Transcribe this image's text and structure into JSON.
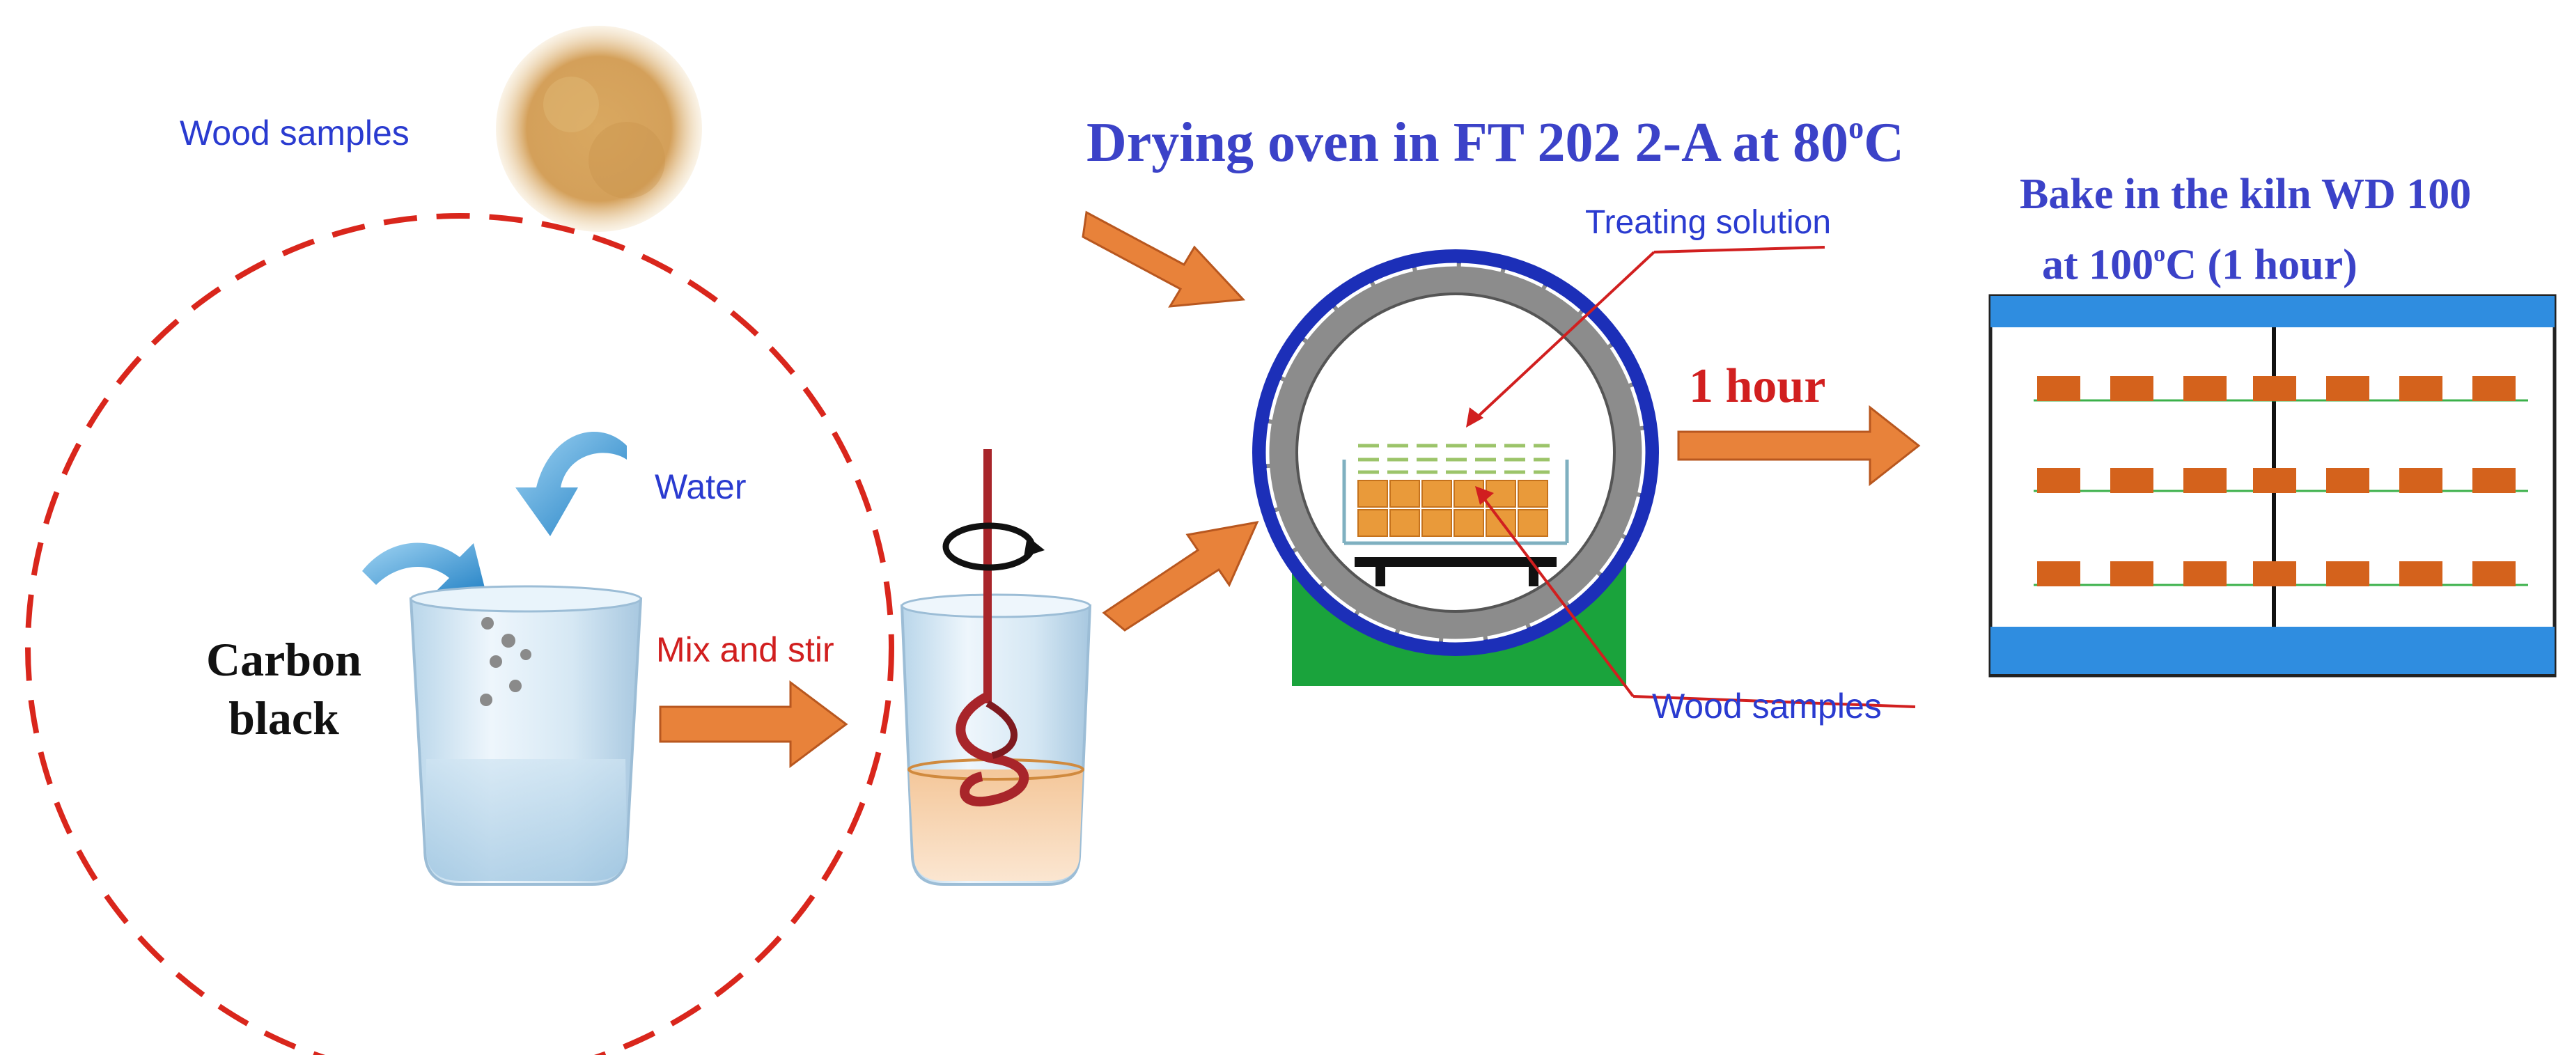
{
  "labels": {
    "wood_samples_top": "Wood samples",
    "water": "Water",
    "carbon_black_line1": "Carbon",
    "carbon_black_line2": "black",
    "mix_and_stir": "Mix and stir",
    "drying_oven_prefix": "Drying oven in FT 202 2-A at 80",
    "drying_oven_sup": "o",
    "drying_oven_unit": "C",
    "treating_solution": "Treating solution",
    "one_hour": "1 hour",
    "wood_samples_bottom": "Wood samples",
    "bake_line1": "Bake in the kiln WD 100",
    "bake_line2_prefix": "at 100",
    "bake_line2_sup": "o",
    "bake_line2_suffix": "C (1 hour)"
  },
  "colors": {
    "label_blue": "#2a3bd0",
    "title_blue": "#3b42c8",
    "accent_red": "#d11f1f",
    "arrow_orange": "#e8823a",
    "kiln_blue": "#2f8de0",
    "block_orange": "#d4621c",
    "oven_ring": "#1c2fb8",
    "oven_base": "#1aa33c",
    "blue_curve_arrow": "#3aa0dc"
  },
  "icons": [
    "wood-powder-icon",
    "beaker-icon",
    "water-drop-arrow-icon",
    "stir-rotation-icon",
    "oven-icon",
    "kiln-icon",
    "process-arrow-icon"
  ]
}
